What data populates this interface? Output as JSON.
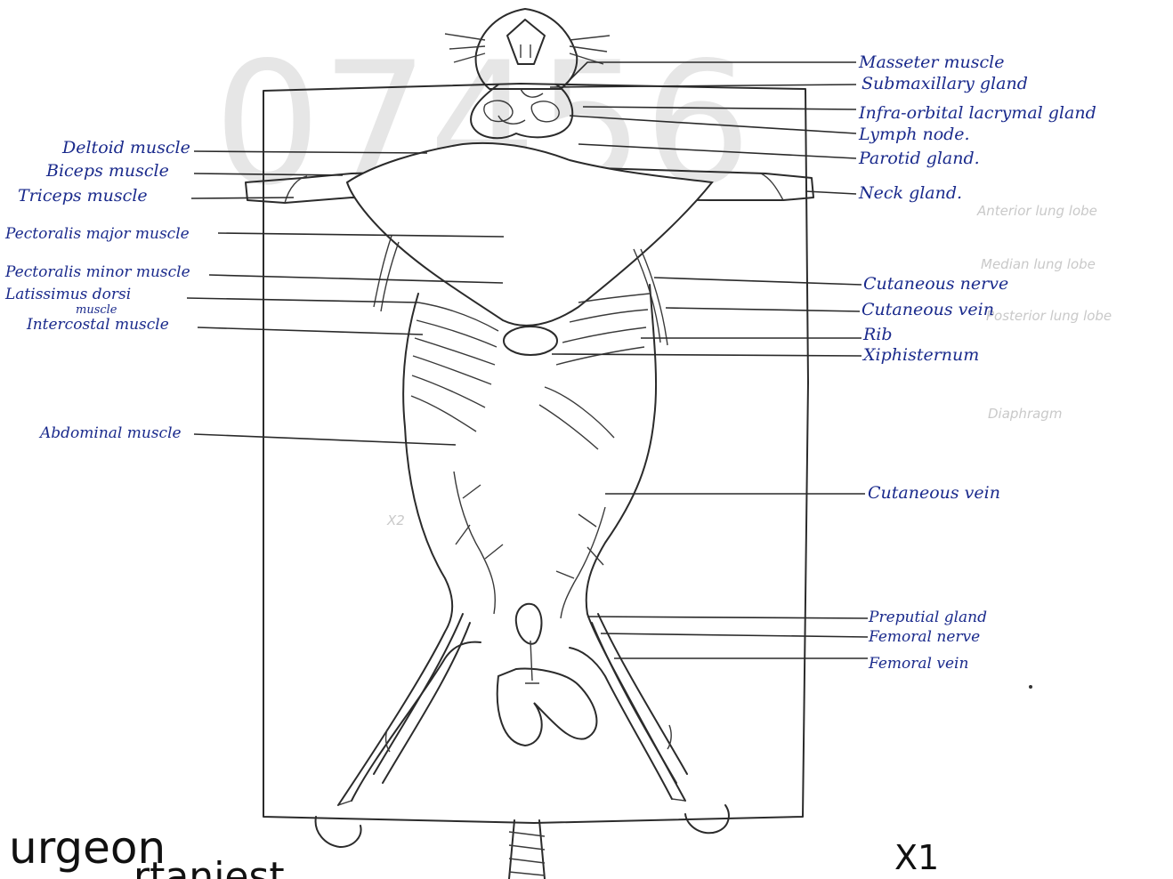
{
  "watermark": "07456",
  "left_labels": {
    "deltoid": "Deltoid muscle",
    "biceps": "Biceps muscle",
    "triceps": "Triceps muscle",
    "pect_major": "Pectoralis major muscle",
    "pect_minor": "Pectoralis minor muscle",
    "latissimus": "Latissimus dorsi",
    "latissimus_2": "muscle",
    "intercostal": "Intercostal muscle",
    "abdominal": "Abdominal muscle"
  },
  "right_labels": {
    "masseter": "Masseter muscle",
    "submaxillary": "Submaxillary gland",
    "infraorbital": "Infra-orbital lacrymal gland",
    "lymph": "Lymph node.",
    "parotid": "Parotid gland.",
    "neck": "Neck gland.",
    "cut_nerve": "Cutaneous nerve",
    "cut_vein": "Cutaneous vein",
    "rib": "Rib",
    "xiphi": "Xiphisternum",
    "cut_vein_2": "Cutaneous vein",
    "preputial": "Preputial gland",
    "fem_nerve": "Femoral nerve",
    "fem_vein": "Femoral vein"
  },
  "ghost_labels": {
    "anterior": "Anterior lung lobe",
    "median": "Median lung lobe",
    "posterior": "Posterior lung lobe",
    "diaphragm": "Diaphragm",
    "x2": "X2"
  },
  "corner": {
    "scale": "X1",
    "handwriting_1": "urgeon",
    "handwriting_2": "rtaniest"
  }
}
